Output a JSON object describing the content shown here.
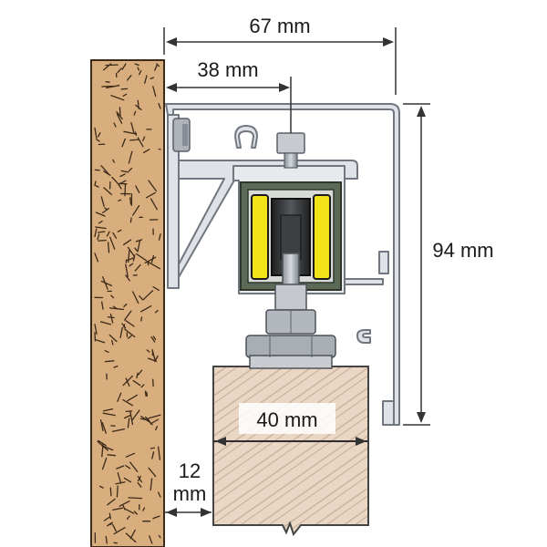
{
  "dimensions": {
    "total_width": "67 mm",
    "wall_to_axle": "38 mm",
    "rail_height": "94 mm",
    "door_thickness": "40 mm",
    "gap_line1": "12",
    "gap_line2": "mm"
  },
  "colors": {
    "wall_fill": "#d9ae7e",
    "wall_stroke": "#3b2a18",
    "aluminium": "#dfe2e6",
    "aluminium_stroke": "#707780",
    "door_fill": "#e9d6c4",
    "door_hatch": "#b99d84",
    "roller_yellow": "#f2e419",
    "roller_dark": "#2f3133",
    "carriage_green": "#5b6b58",
    "dim_line": "#333333"
  }
}
